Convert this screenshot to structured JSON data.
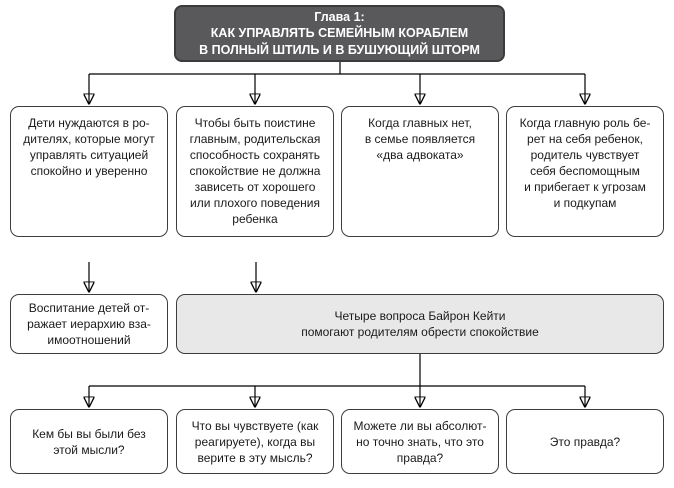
{
  "diagram": {
    "title": "Глава 1:\nКАК УПРАВЛЯТЬ СЕМЕЙНЫМ КОРАБЛЕМ\nВ ПОЛНЫЙ ШТИЛЬ И В БУШУЮЩИЙ ШТОРМ",
    "row1": [
      "Дети нуждаются в ро-\nдителях, которые могут\nуправлять ситуацией\nспокойно и уверенно",
      "Чтобы быть поистине\nглавным, родительская\nспособность сохранять\nспокойствие не должна\nзависеть от хорошего\nили плохого поведения\nребенка",
      "Когда главных нет,\nв семье появляется\n«два адвоката»",
      "Когда главную роль бе-\nрет на себя ребенок,\nродитель чувствует\nсебя беспомощным\nи прибегает к угрозам\nи подкупам"
    ],
    "row2_left": "Воспитание детей от-\nражает иерархию вза-\nимоотношений",
    "row2_center": "Четыре вопроса Байрон Кейти\nпомогают родителям обрести спокойствие",
    "row3": [
      "Кем бы вы были без\nэтой мысли?",
      "Что вы чувствуете (как\nреагируете), когда вы\nверите в эту мысль?",
      "Можете ли вы абсолют-\nно точно знать, что это\nправда?",
      "Это правда?"
    ],
    "colors": {
      "title_fill": "#59595b",
      "title_border": "#3b3b3d",
      "title_text": "#ffffff",
      "box_fill": "#ffffff",
      "box_border": "#3d3d3f",
      "highlight_fill": "#e8e8e8",
      "line": "#000000"
    }
  }
}
